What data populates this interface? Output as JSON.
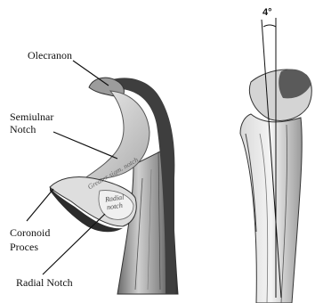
{
  "labels": {
    "olecranon": "Olecranon",
    "semilunar_line1": "Semiulnar",
    "semilunar_line2": "Notch",
    "coronoid_line1": "Coronoid",
    "coronoid_line2": "Proces",
    "radial_notch": "Radial Notch"
  },
  "bone_inscriptions": {
    "radial_notch_line1": "Radial",
    "radial_notch_line2": "notch",
    "greater_notch": "Greater sigm. notch"
  },
  "angle_label": "4°",
  "colors": {
    "ink": "#111111",
    "bone_light": "#e6e6e6",
    "bone_mid": "#b5b5b5",
    "bone_dark": "#4a4a4a"
  }
}
